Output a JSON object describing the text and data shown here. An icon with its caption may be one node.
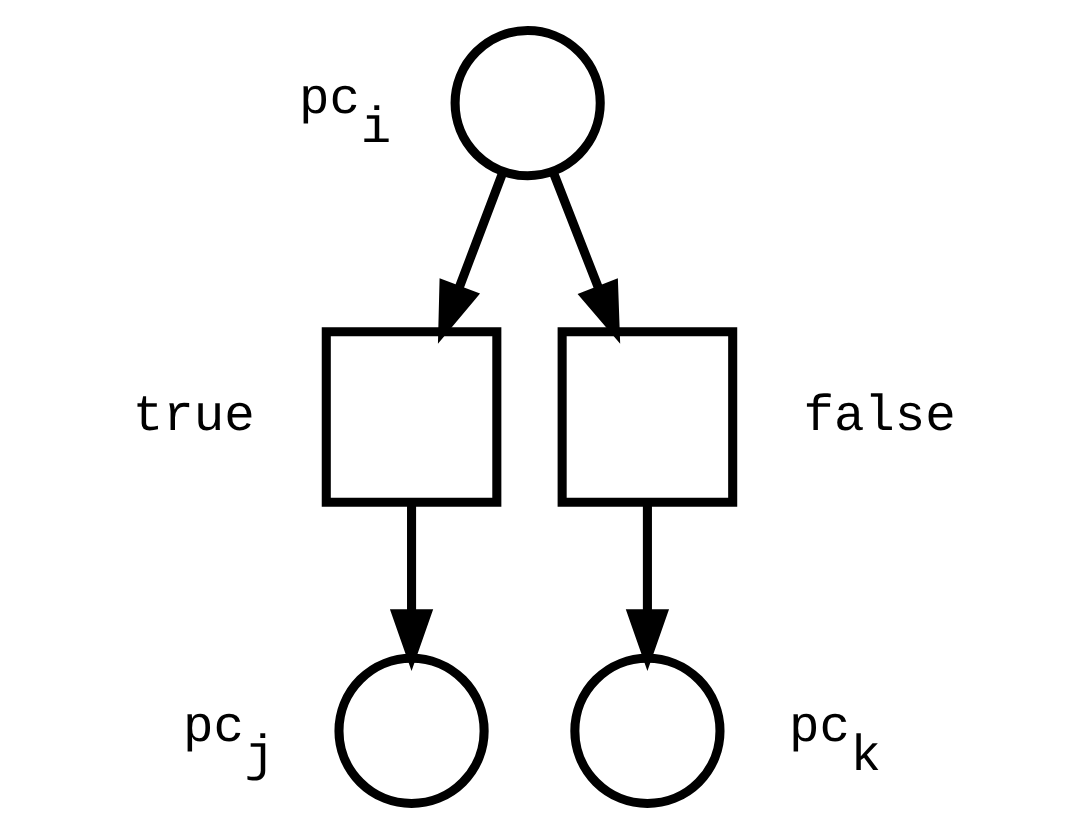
{
  "diagram": {
    "nodes": [
      {
        "text": [],
        "shape": "circle",
        "beside": [
          "pc$_{i}$"
        ]
      },
      {
        "text": [],
        "shape": "box",
        "beside": [
          "true"
        ]
      },
      {
        "text": [],
        "shape": "box",
        "beside": [
          "false"
        ]
      },
      {
        "text": [],
        "shape": "circle",
        "beside": [
          "pc$_{j}$"
        ]
      },
      {
        "text": [],
        "shape": "circle",
        "beside": [
          "pc$_{k}$"
        ]
      }
    ],
    "edges": [
      {
        "from": 0,
        "to": 1,
        "arrow": "to"
      },
      {
        "from": 0,
        "to": 2,
        "arrow": "to"
      },
      {
        "from": 1,
        "to": 3,
        "arrow": "to"
      },
      {
        "from": 2,
        "to": 4,
        "arrow": "to"
      }
    ]
  }
}
